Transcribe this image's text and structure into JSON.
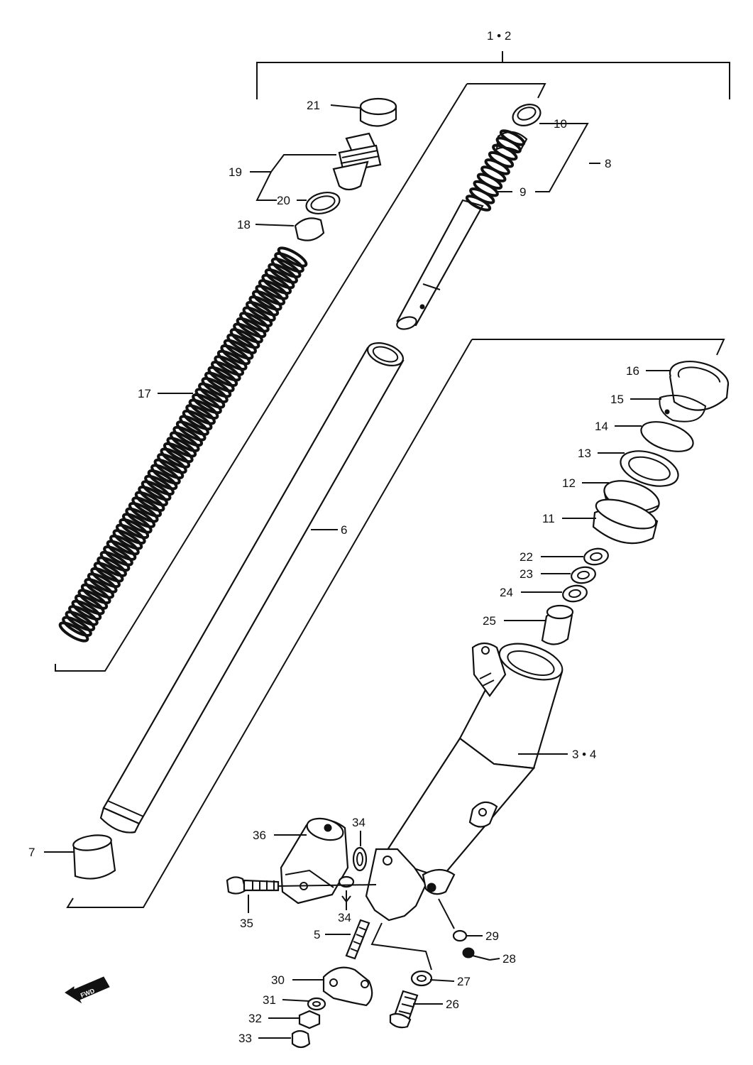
{
  "diagram": {
    "labels": {
      "l1_2": "1 • 2",
      "l3_4": "3 • 4",
      "l5": "5",
      "l6": "6",
      "l7": "7",
      "l8": "8",
      "l9": "9",
      "l10": "10",
      "l11": "11",
      "l12": "12",
      "l13": "13",
      "l14": "14",
      "l15": "15",
      "l16": "16",
      "l17": "17",
      "l18": "18",
      "l19": "19",
      "l20": "20",
      "l21": "21",
      "l22": "22",
      "l23": "23",
      "l24": "24",
      "l25": "25",
      "l26": "26",
      "l27": "27",
      "l28": "28",
      "l29": "29",
      "l30": "30",
      "l31": "31",
      "l32": "32",
      "l33": "33",
      "l34a": "34",
      "l34b": "34",
      "l35": "35",
      "l36": "36",
      "fwd": "FWD"
    }
  }
}
